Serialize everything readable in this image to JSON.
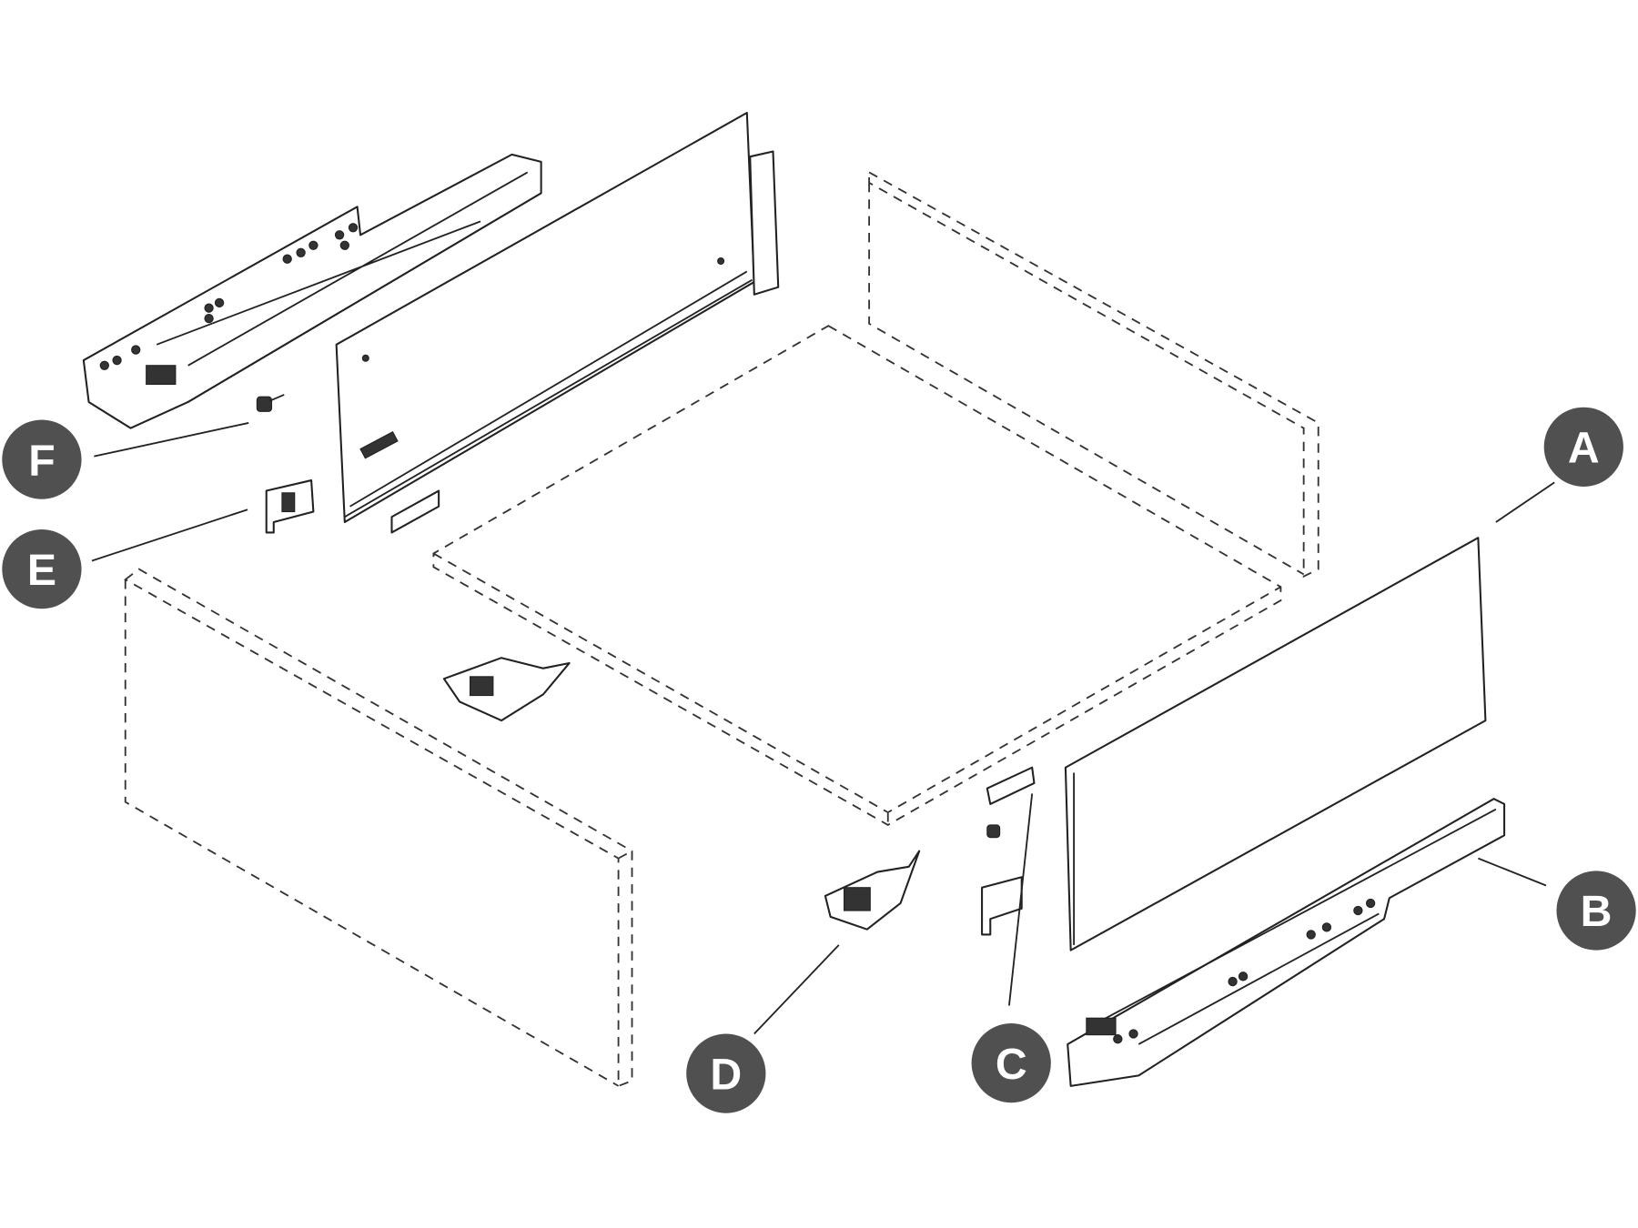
{
  "diagram": {
    "labels": {
      "a": "A",
      "b": "B",
      "c": "C",
      "d": "D",
      "e": "E",
      "f": "F"
    },
    "colors": {
      "badge": "#505050",
      "line": "#222222"
    }
  }
}
